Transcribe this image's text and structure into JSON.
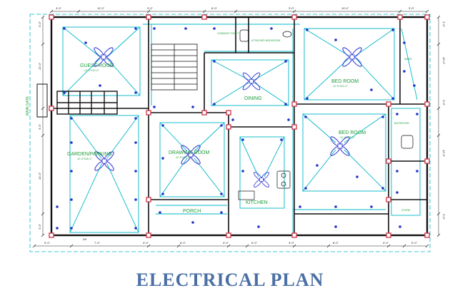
{
  "title": "ELECTRICAL PLAN",
  "gate_label": "MAIN GATE",
  "rooms": [
    {
      "id": "guest-room",
      "label": "GUEST ROOM",
      "sub": "12'-0\"X10'-0\""
    },
    {
      "id": "bed-room-1",
      "label": "BED ROOM",
      "sub": "12'-0\"X12'-0\""
    },
    {
      "id": "dining",
      "label": "DINING",
      "sub": ""
    },
    {
      "id": "bed-room-2",
      "label": "BED ROOM",
      "sub": "12'-0\"X12'-0\""
    },
    {
      "id": "garden-parking",
      "label": "GARDEN/PARKING",
      "sub": "12'-0\"X16'-0\""
    },
    {
      "id": "drawing-room",
      "label": "DRAWING ROOM",
      "sub": "12'-0\"X12'-0\""
    },
    {
      "id": "kitchen",
      "label": "KITCHEN",
      "sub": ""
    },
    {
      "id": "porch",
      "label": "PORCH",
      "sub": ""
    }
  ],
  "small_labels": {
    "toilet_top": "COMMON TOILET",
    "bath_top": "ATTACHED BATHROOM",
    "bath_right": "BATHROOM",
    "wash_right": "WASH",
    "store_right": "STORE"
  },
  "dimensions": {
    "top": [
      "3'-0\"",
      "12'-0\"",
      "3'-0\"",
      "8'-0\"",
      "3'-0\"",
      "10'-0\"",
      "3'-0\""
    ],
    "bottom": [
      "5'-0\"",
      "7'-0\"",
      "3'-0\"",
      "8'-0\"",
      "3'-0\"",
      "6'-0\"",
      "3'-0\"",
      "8'-0\"",
      "3'-0\"",
      "5'-0\""
    ],
    "left": [
      "3'-0\"",
      "12'-0\"",
      "3'-0\"",
      "14'-0\"",
      "3'-0\""
    ],
    "right": [
      "3'-0\"",
      "10'-0\"",
      "3'-0\"",
      "12'-0\"",
      "3'-0\""
    ],
    "porch_width": "D9"
  },
  "colors": {
    "wall": "#111111",
    "circuit": "#00b7c7",
    "light_point": "#2233cc",
    "fan": "#4a4fd6",
    "room_text": "#1f9e3a",
    "column": "#d23f52",
    "title": "#4a6fa5"
  }
}
